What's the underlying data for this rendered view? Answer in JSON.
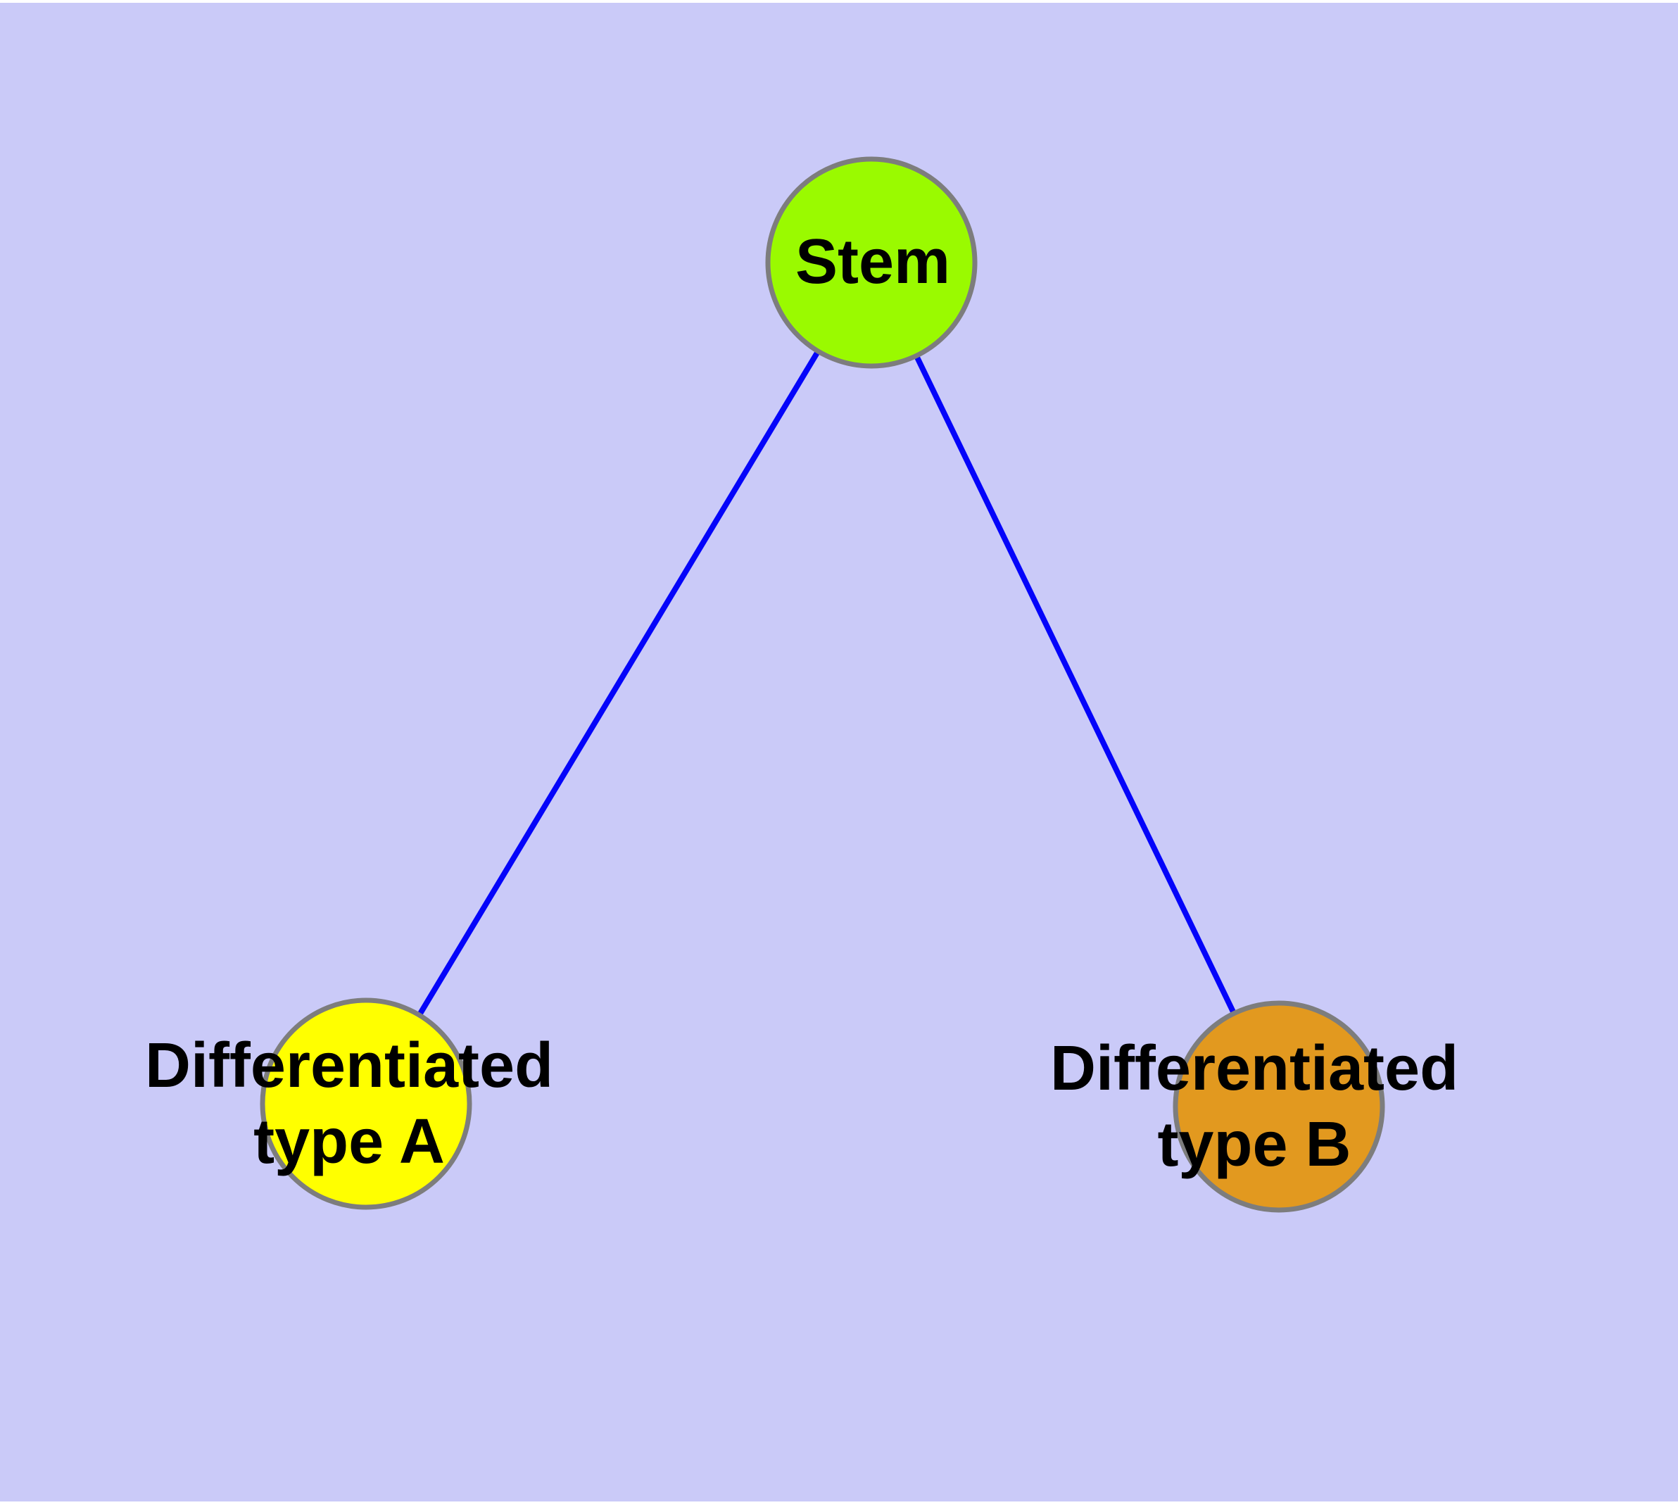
{
  "figure": {
    "type": "graph-diagram",
    "background_color": "#CACAF8",
    "margin_color": "#FFFFFF",
    "edge_color": "#0404FA",
    "node_border_color": "#7D7D7D",
    "label_color": "#000000"
  },
  "nodes": {
    "stem": {
      "label": "Stem",
      "fill": "#9AFA00"
    },
    "type_a": {
      "label_line1": "Differentiated",
      "label_line2": "type A",
      "fill": "#FFFF00"
    },
    "type_b": {
      "label_line1": "Differentiated",
      "label_line2": "type B",
      "fill": "#E2991F"
    }
  },
  "edges": [
    {
      "from": "Stem",
      "to": "Differentiated type A"
    },
    {
      "from": "Stem",
      "to": "Differentiated type B"
    }
  ]
}
